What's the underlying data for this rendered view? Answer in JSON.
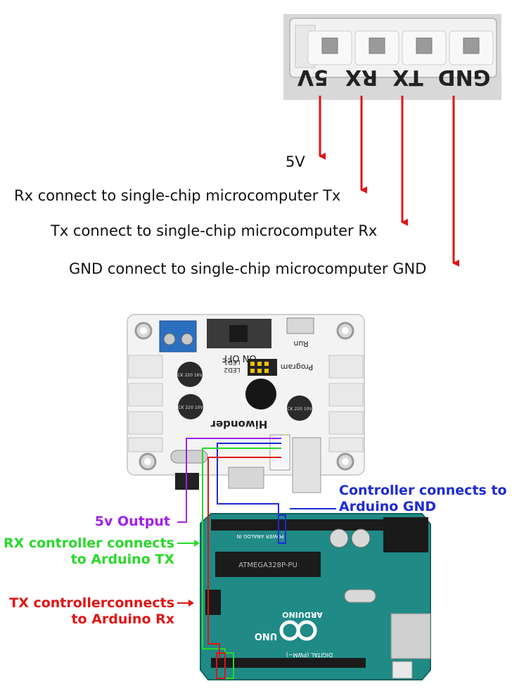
{
  "connector": {
    "pins": [
      "5V",
      "RX",
      "TX",
      "GND"
    ]
  },
  "top_labels": {
    "v5": "5V",
    "rx": "Rx connect to single-chip microcomputer Tx",
    "tx": "Tx connect to single-chip microcomputer Rx",
    "gnd": "GND connect to single-chip microcomputer GND"
  },
  "controller_board": {
    "brand": "Hiwonder",
    "caps": [
      "CK 220 16V",
      "CK 220 10V",
      "CK 220 10V"
    ],
    "switch_label": "ON  OFF",
    "button_label": "Run",
    "program_label": "Program",
    "led_labels": [
      "LED1",
      "LED2"
    ]
  },
  "arduino_board": {
    "brand": "ARDUINO",
    "model": "UNO",
    "chip": "ATMEGA328P-PU",
    "header_top": "DIGITAL (PWM~)",
    "header_bottom": "POWER  ANALOG IN"
  },
  "annotations": {
    "gnd_line1": "Controller connects to",
    "gnd_line2": "Arduino GND",
    "v5_output": "5v Output",
    "rx_line1": "RX controller connects",
    "rx_line2": "to Arduino TX",
    "tx_line1": "TX controllerconnects",
    "tx_line2": "to  Arduino Rx"
  },
  "colors": {
    "arrow_red": "#e01515",
    "gnd_blue": "#1e2ad6",
    "v5_purple": "#a020f0",
    "rx_green": "#2ad82a",
    "tx_red": "#e01515",
    "arduino_teal": "#1f8a86",
    "controller_white": "#f3f3f3"
  }
}
